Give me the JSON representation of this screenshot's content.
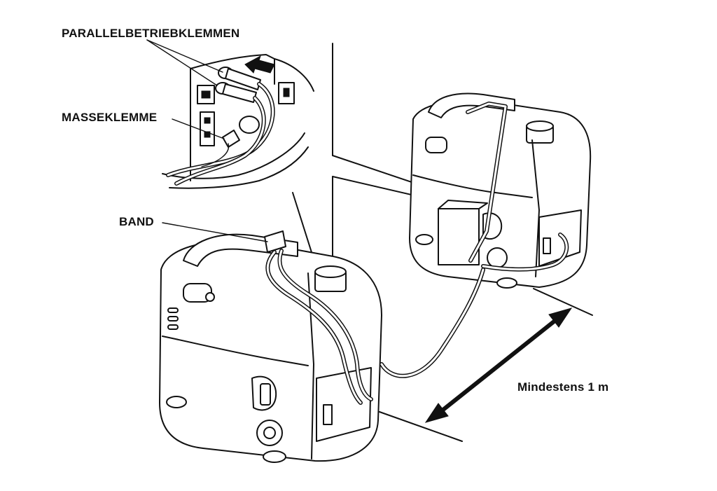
{
  "labels": {
    "parallel_terminals": "PARALLELBETRIEBKLEMMEN",
    "ground_terminal": "MASSEKLEMME",
    "band": "BAND",
    "min_distance": "Mindestens 1 m"
  },
  "colors": {
    "ink": "#111111",
    "background": "#ffffff"
  },
  "icons": {
    "arrow": "insertion-direction-arrow",
    "double_arrow": "distance-double-arrow"
  }
}
